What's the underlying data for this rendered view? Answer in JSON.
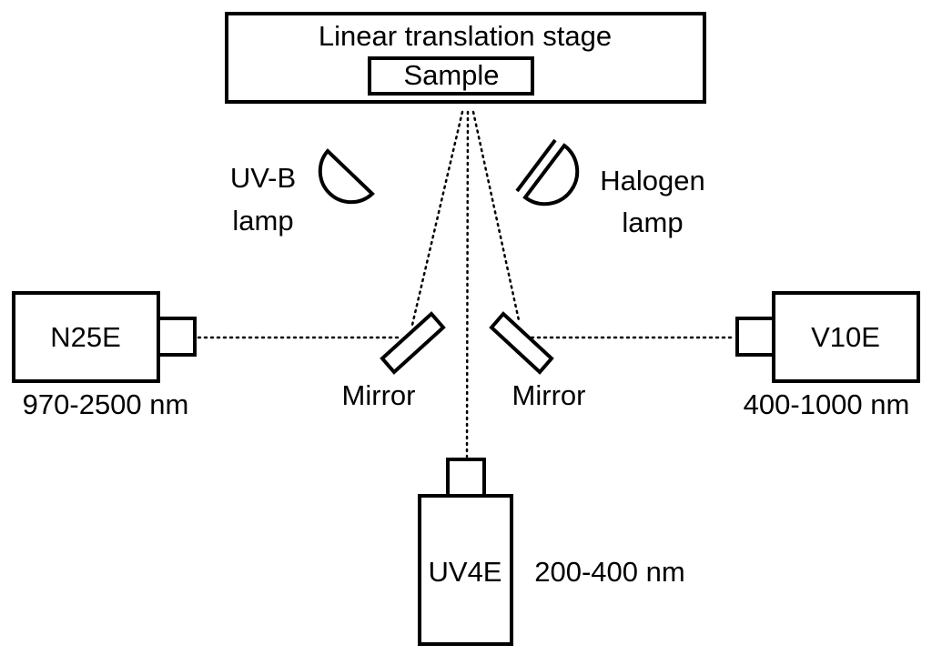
{
  "stage": {
    "label": "Linear translation stage",
    "sample_label": "Sample"
  },
  "lamps": {
    "uvb": {
      "line1": "UV-B",
      "line2": "lamp"
    },
    "halogen": {
      "line1": "Halogen",
      "line2": "lamp"
    }
  },
  "mirrors": {
    "left_label": "Mirror",
    "right_label": "Mirror"
  },
  "cameras": {
    "left": {
      "name": "N25E",
      "range": "970-2500 nm"
    },
    "right": {
      "name": "V10E",
      "range": "400-1000 nm"
    },
    "bottom": {
      "name": "UV4E",
      "range": "200-400 nm"
    }
  }
}
